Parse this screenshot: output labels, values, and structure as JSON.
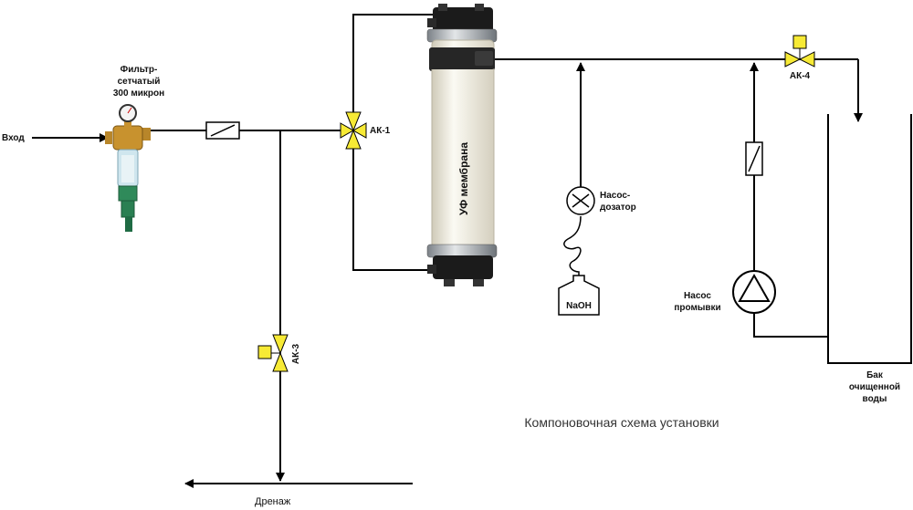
{
  "labels": {
    "inlet": "Вход",
    "filter_line1": "Фильтр-",
    "filter_line2": "сетчатый",
    "filter_line3": "300 микрон",
    "valve_ak1": "АК-1",
    "valve_ak3": "АК-3",
    "valve_ak4": "АК-4",
    "membrane": "УФ мембрана",
    "dosing_pump_line1": "Насос-",
    "dosing_pump_line2": "дозатор",
    "naoh": "NaOH",
    "flush_pump_line1": "Насос",
    "flush_pump_line2": "промывки",
    "tank_line1": "Бак",
    "tank_line2": "очищенной",
    "tank_line3": "воды",
    "drain": "Дренаж",
    "caption": "Компоновочная схема установки"
  },
  "colors": {
    "line": "#000000",
    "valve_yellow": "#f7ea35",
    "filter_brass": "#c8922e",
    "filter_flask": "#cfe6ee",
    "filter_bowl": "#2f8a5a",
    "membrane_body": "#f3f1e6",
    "membrane_clamp": "#9aa0a6",
    "membrane_cap": "#1b1b1b"
  }
}
